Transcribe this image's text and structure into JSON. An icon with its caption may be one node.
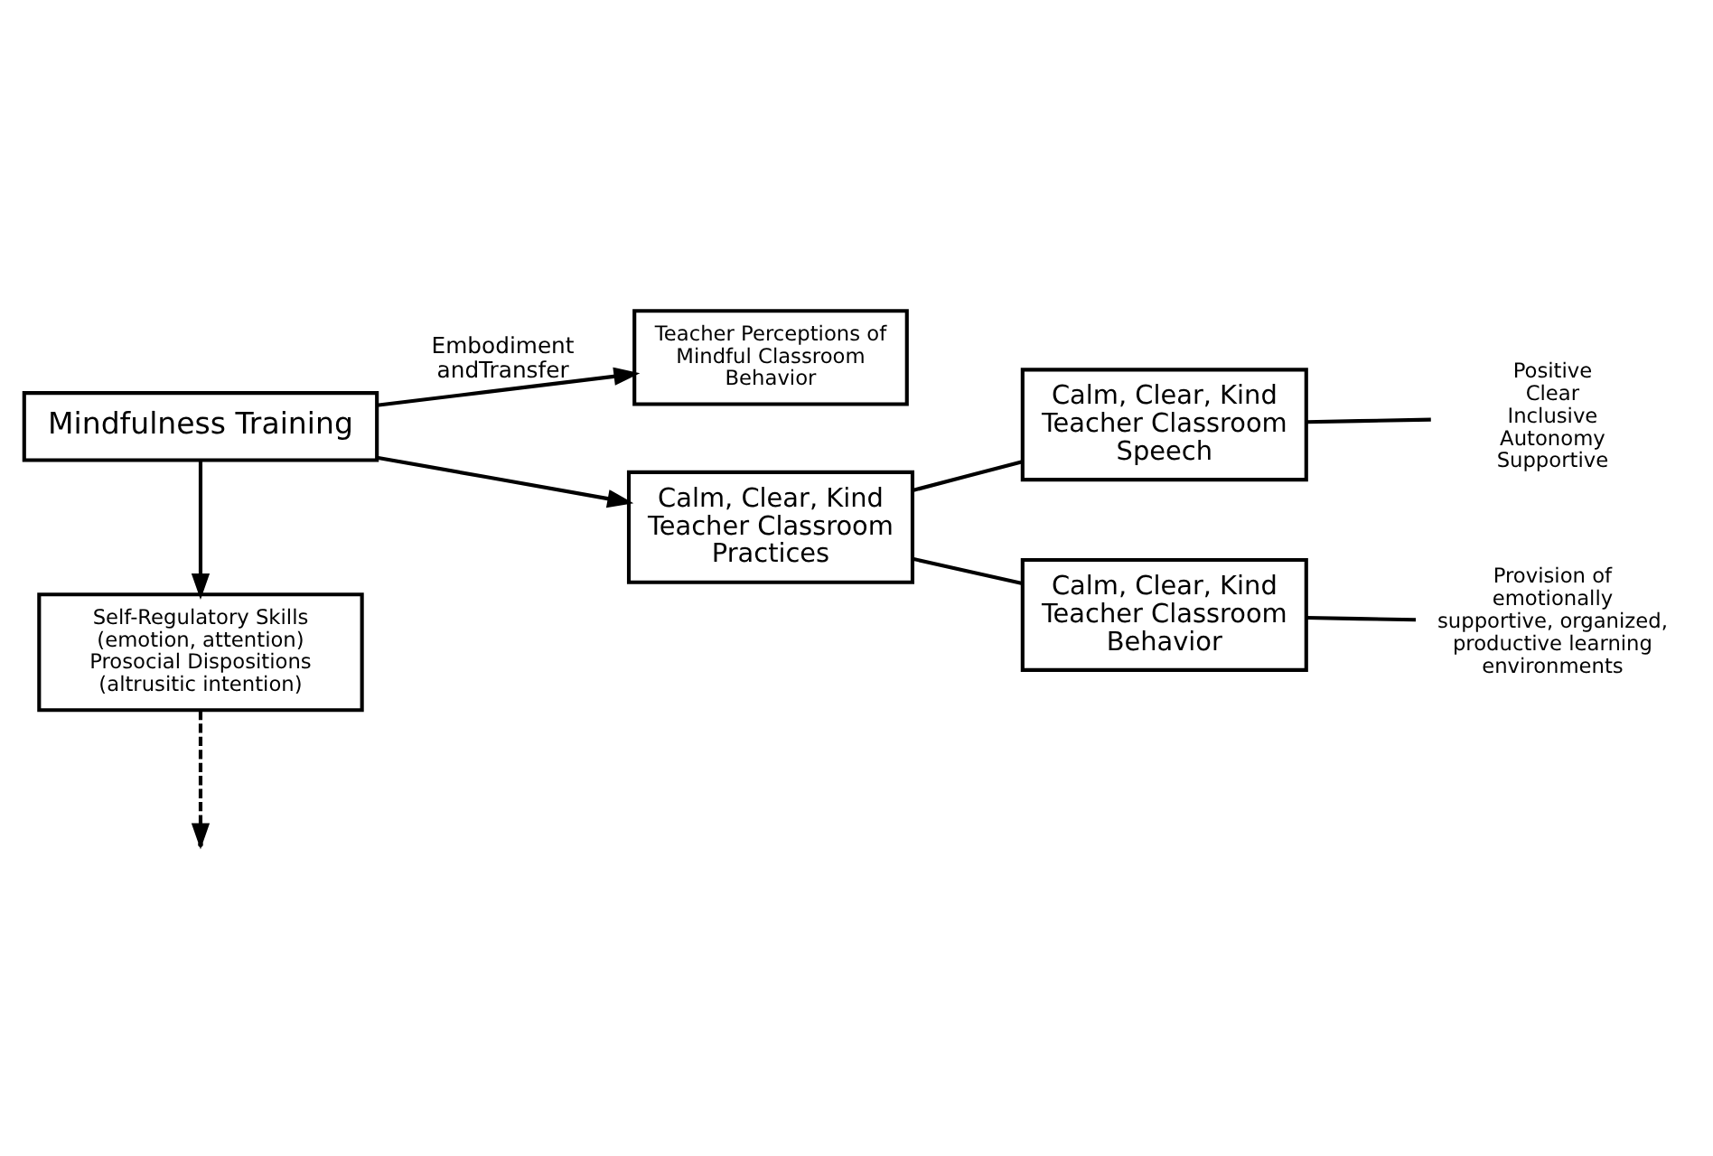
{
  "diagram": {
    "nodes": [
      {
        "text": [
          "Mindfulness Training"
        ]
      },
      {
        "text": [
          "Self-Regulatory Skills (emotion, attention)",
          "Prosocial Dispositions (altrusitic intention)"
        ]
      },
      {
        "text": [
          "Teacher Perceptions of Mindful Classroom Behavior"
        ]
      },
      {
        "text": [
          "Calm, Clear, Kind Teacher Classroom Practices"
        ]
      },
      {
        "text": [
          "Calm, Clear, Kind Teacher Classroom Speech"
        ]
      },
      {
        "text": [
          "Positive Clear Inclusive Autonomy Supportive"
        ]
      },
      {
        "text": [
          "Calm, Clear, Kind Teacher Classroom Behavior"
        ]
      },
      {
        "text": [
          "Provision of emotionally supportive, organized, productive learning environments"
        ]
      }
    ],
    "edges": [
      {
        "from": 0,
        "to": 1,
        "arrow": "to"
      },
      {
        "from": 0,
        "to": 2,
        "arrow": "to",
        "label": "Embodiment andTransfer"
      },
      {
        "from": 0,
        "to": 3,
        "arrow": "to"
      },
      {
        "from": 1,
        "to": null,
        "arrow": "to",
        "style": "dashed"
      },
      {
        "from": 3,
        "to": 4,
        "arrow": "none"
      },
      {
        "from": 3,
        "to": 6,
        "arrow": "none"
      },
      {
        "from": 4,
        "to": 5,
        "arrow": "none"
      },
      {
        "from": 6,
        "to": 7,
        "arrow": "none"
      }
    ]
  }
}
